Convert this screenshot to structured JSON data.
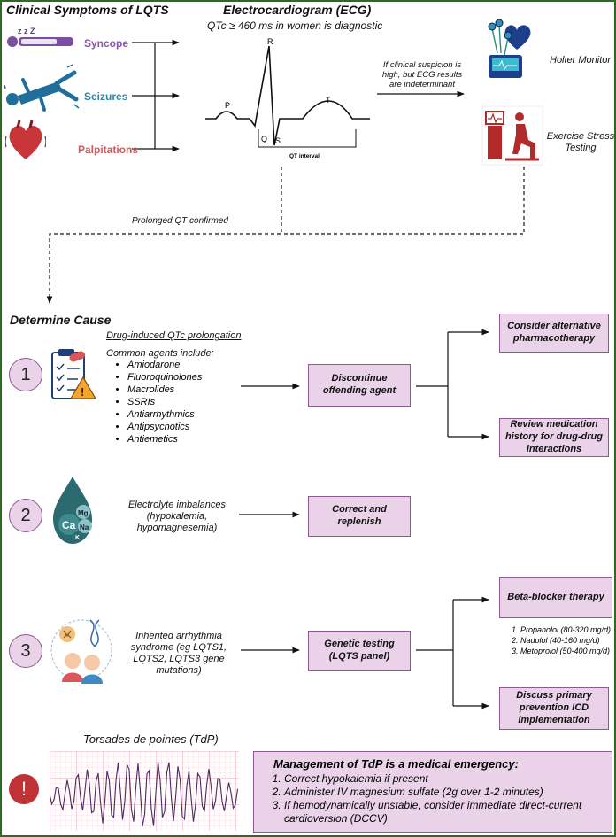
{
  "header": {
    "symptoms_title": "Clinical Symptoms of LQTS",
    "ecg_title": "Electrocardiogram (ECG)",
    "ecg_note": "QTc ≥ 460 ms in women is diagnostic"
  },
  "symptoms": [
    {
      "label": "Syncope",
      "color": "#8a52a8"
    },
    {
      "label": "Seizures",
      "color": "#2f87a6"
    },
    {
      "label": "Palpitations",
      "color": "#d8585a"
    }
  ],
  "ecg": {
    "p": "P",
    "q": "Q",
    "r": "R",
    "s": "S",
    "t": "T",
    "interval": "QT interval"
  },
  "suspicion_note": "If clinical suspicion is high, but ECG results are indeterminant",
  "monitors": {
    "holter": "Holter Monitor",
    "stress": "Exercise Stress Testing"
  },
  "prolonged_label": "Prolonged QT confirmed",
  "determine_title": "Determine Cause",
  "cause1": {
    "number": "1",
    "heading": "Drug-induced QTc prolongation",
    "intro": "Common agents include:",
    "agents": [
      "Amiodarone",
      "Fluoroquinolones",
      "Macrolides",
      "SSRIs",
      "Antiarrhythmics",
      "Antipsychotics",
      "Antiemetics"
    ],
    "action": "Discontinue offending agent",
    "options": [
      "Consider alternative pharmacotherapy",
      "Review medication history for drug-drug interactions"
    ]
  },
  "cause2": {
    "number": "2",
    "desc": "Electrolyte imbalances (hypokalemia, hypomagnesemia)",
    "icon_labels": {
      "ca": "Ca",
      "mg": "Mg",
      "na": "Na",
      "k": "K"
    },
    "action": "Correct and replenish"
  },
  "cause3": {
    "number": "3",
    "desc": "Inherited arrhythmia syndrome (eg LQTS1, LQTS2, LQTS3 gene mutations)",
    "action": "Genetic testing (LQTS panel)",
    "option1": "Beta-blocker therapy",
    "betablockers": [
      "Propanolol (80-320 mg/d)",
      "Nadolol (40-160 mg/d)",
      "Metoprolol (50-400 mg/d)"
    ],
    "option2": "Discuss primary prevention ICD implementation"
  },
  "tdp": {
    "title": "Torsades de pointes (TdP)",
    "alert": "!",
    "mgmt_title": "Management of TdP is a medical emergency:",
    "steps": [
      "Correct hypokalemia if present",
      "Administer IV magnesium sulfate (2g over 1-2 minutes)",
      "If hemodynamically unstable, consider immediate direct-current cardioversion (DCCV)"
    ]
  },
  "colors": {
    "box_fill": "#ead3e8",
    "box_border": "#8c5a90",
    "frame": "#2e6a24",
    "ecg_grid": "#f2a8b4"
  }
}
